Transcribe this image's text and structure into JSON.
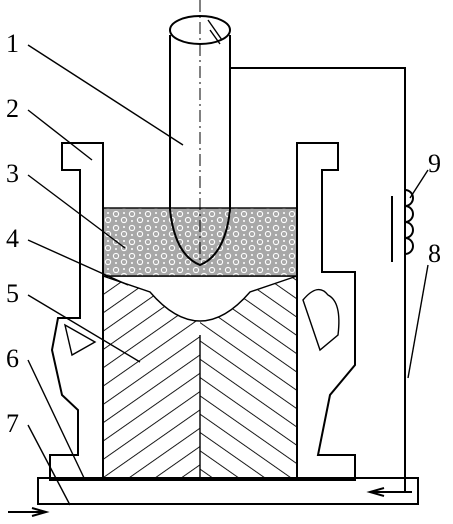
{
  "figure": {
    "labels": [
      {
        "id": "callout-1",
        "text": "1"
      },
      {
        "id": "callout-2",
        "text": "2"
      },
      {
        "id": "callout-3",
        "text": "3"
      },
      {
        "id": "callout-4",
        "text": "4"
      },
      {
        "id": "callout-5",
        "text": "5"
      },
      {
        "id": "callout-6",
        "text": "6"
      },
      {
        "id": "callout-7",
        "text": "7"
      },
      {
        "id": "callout-8",
        "text": "8"
      },
      {
        "id": "callout-9",
        "text": "9"
      }
    ],
    "colors": {
      "ink": "#000000",
      "background": "#ffffff",
      "slag": "#9a9a9a",
      "pool": "#6e6e6e"
    }
  }
}
